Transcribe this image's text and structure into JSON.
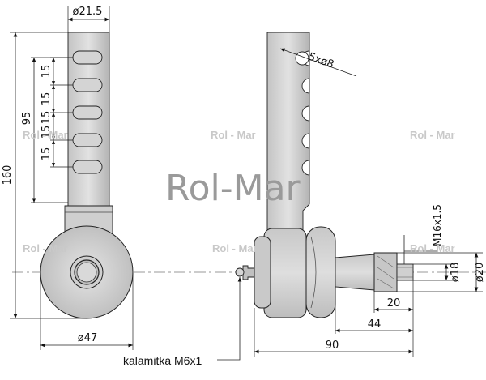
{
  "watermarks": {
    "small": "Rol - Mar",
    "big": "Rol-Mar"
  },
  "dimensions": {
    "shaft_dia": "ø21.5",
    "total_length": "160",
    "slot_zone": "95",
    "pitch_1": "15",
    "pitch_2": "15",
    "pitch_3": "15",
    "pitch_4": "15",
    "pitch_5": "15",
    "eye_dia": "ø47",
    "holes": "5xø8",
    "thread": "M16x1.5",
    "d18": "ø18",
    "d20": "ø20",
    "len_20": "20",
    "len_44": "44",
    "len_90": "90"
  },
  "callouts": {
    "grease_nipple": "kalamitka M6x1"
  },
  "colors": {
    "part_light": "#d8d8d8",
    "part_mid": "#b5b5b5",
    "part_dark": "#8f8f8f",
    "line": "#222222"
  }
}
